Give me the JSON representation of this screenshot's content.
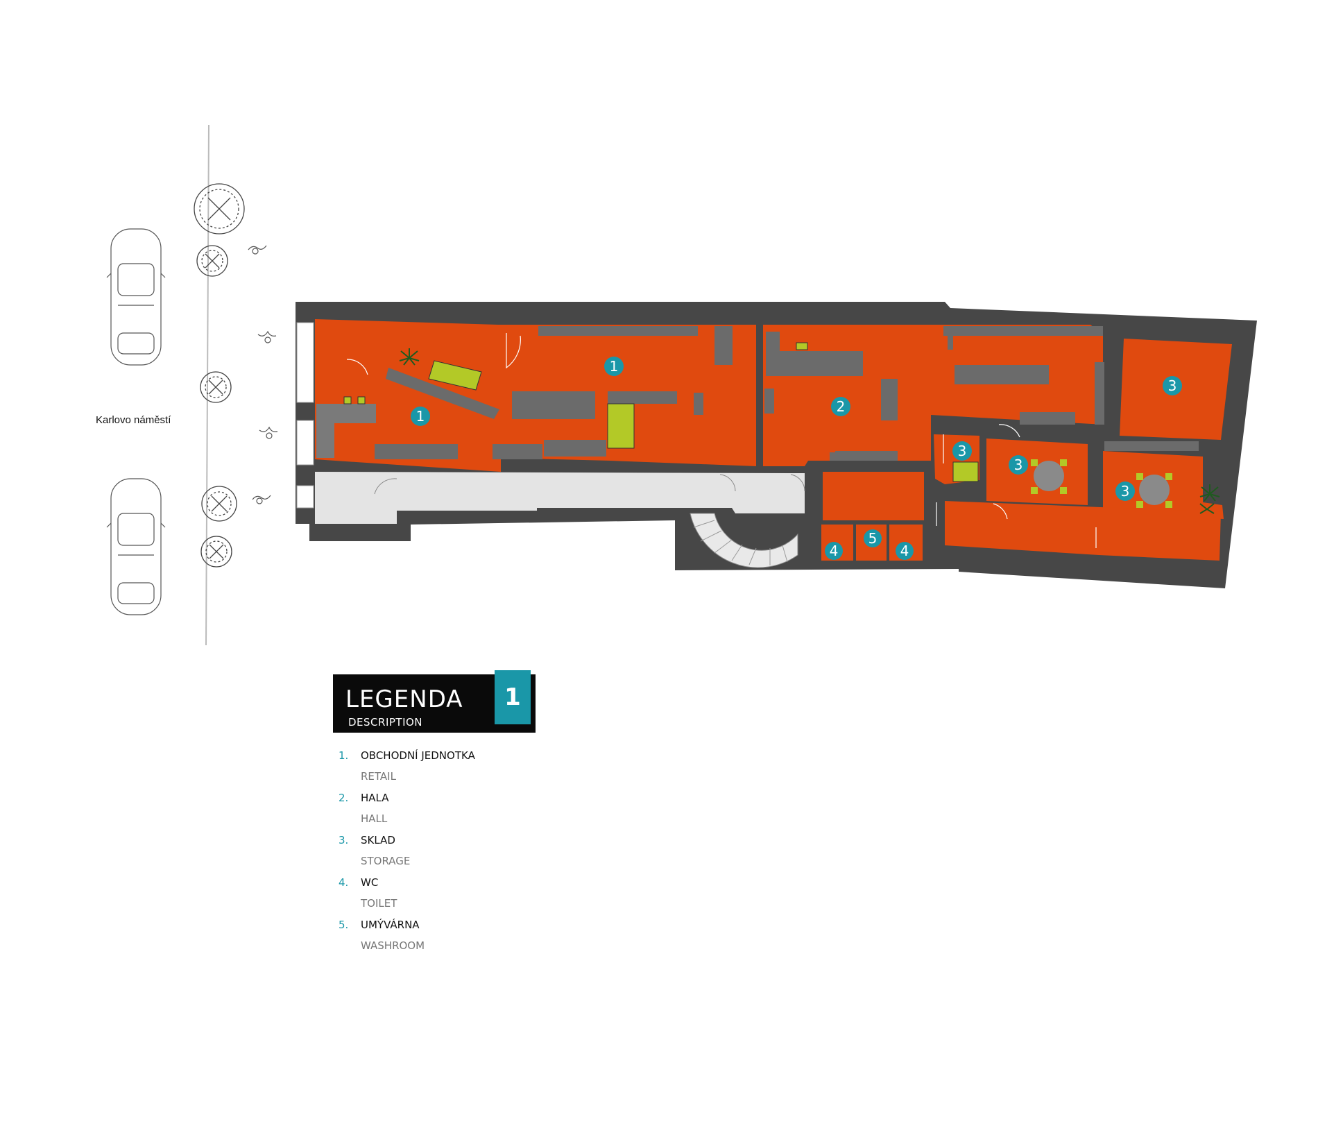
{
  "street": {
    "name": "Karlovo náměstí"
  },
  "colors": {
    "room": "#e04a0f",
    "wall": "#474747",
    "corridor": "#e4e4e4",
    "marker": "#1a97a8",
    "furniture": "#6b6b6b",
    "accent_chair": "#b3c927"
  },
  "room_markers": [
    {
      "label": "1"
    },
    {
      "label": "1"
    },
    {
      "label": "2"
    },
    {
      "label": "3"
    },
    {
      "label": "3"
    },
    {
      "label": "3"
    },
    {
      "label": "3"
    },
    {
      "label": "4"
    },
    {
      "label": "5"
    },
    {
      "label": "4"
    }
  ],
  "legend": {
    "title": "LEGENDA",
    "subtitle": "DESCRIPTION",
    "floor": "1",
    "items": [
      {
        "num": "1.",
        "cz": "OBCHODNÍ JEDNOTKA",
        "en": "RETAIL"
      },
      {
        "num": "2.",
        "cz": "HALA",
        "en": "HALL"
      },
      {
        "num": "3.",
        "cz": "SKLAD",
        "en": "STORAGE"
      },
      {
        "num": "4.",
        "cz": "WC",
        "en": "TOILET"
      },
      {
        "num": "5.",
        "cz": "UMÝVÁRNA",
        "en": "WASHROOM"
      }
    ]
  }
}
